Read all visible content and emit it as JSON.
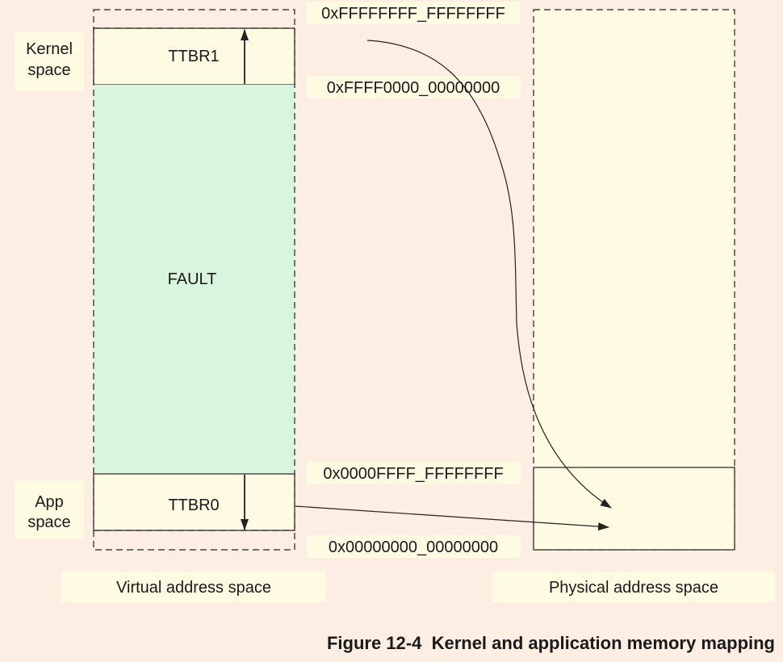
{
  "colors": {
    "background": "#FCEEE2",
    "label_box": "#FFFBE3",
    "fault_region": "#DAF5DE",
    "line": "#222222"
  },
  "virtual": {
    "kernel_label_line1": "Kernel",
    "kernel_label_line2": "space",
    "ttbr1": "TTBR1",
    "fault": "FAULT",
    "ttbr0": "TTBR0",
    "app_label_line1": "App",
    "app_label_line2": "space",
    "title": "Virtual address space"
  },
  "addresses": {
    "top": "0xFFFFFFFF_FFFFFFFF",
    "kernel_base": "0xFFFF0000_00000000",
    "user_top": "0x0000FFFF_FFFFFFFF",
    "bottom": "0x00000000_00000000"
  },
  "physical": {
    "title": "Physical address space"
  },
  "caption": "Figure 12-4  Kernel and application memory mapping"
}
